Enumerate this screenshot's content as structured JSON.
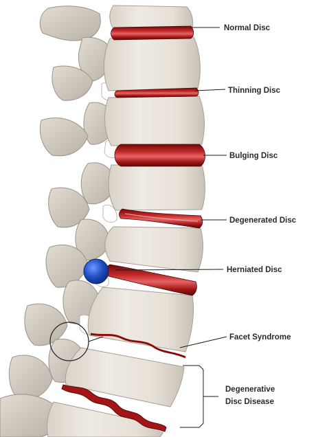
{
  "labels": {
    "normal_disc": "Normal Disc",
    "thinning_disc": "Thinning Disc",
    "bulging_disc": "Bulging Disc",
    "degenerated_disc": "Degenerated Disc",
    "herniated_disc": "Herniated Disc",
    "facet_syndrome": "Facet Syndrome",
    "degenerative_line1": "Degenerative",
    "degenerative_line2": "Disc Disease"
  },
  "colors": {
    "bone": "#ece6de",
    "bone_shadow": "#cfc7bd",
    "bone_dark": "#a79f95",
    "disc_red": "#a31616",
    "disc_dark": "#5e0808",
    "disc_highlight": "#e05a5a",
    "herniation_blue": "#1f4fc4",
    "text": "#2a2a2a"
  }
}
